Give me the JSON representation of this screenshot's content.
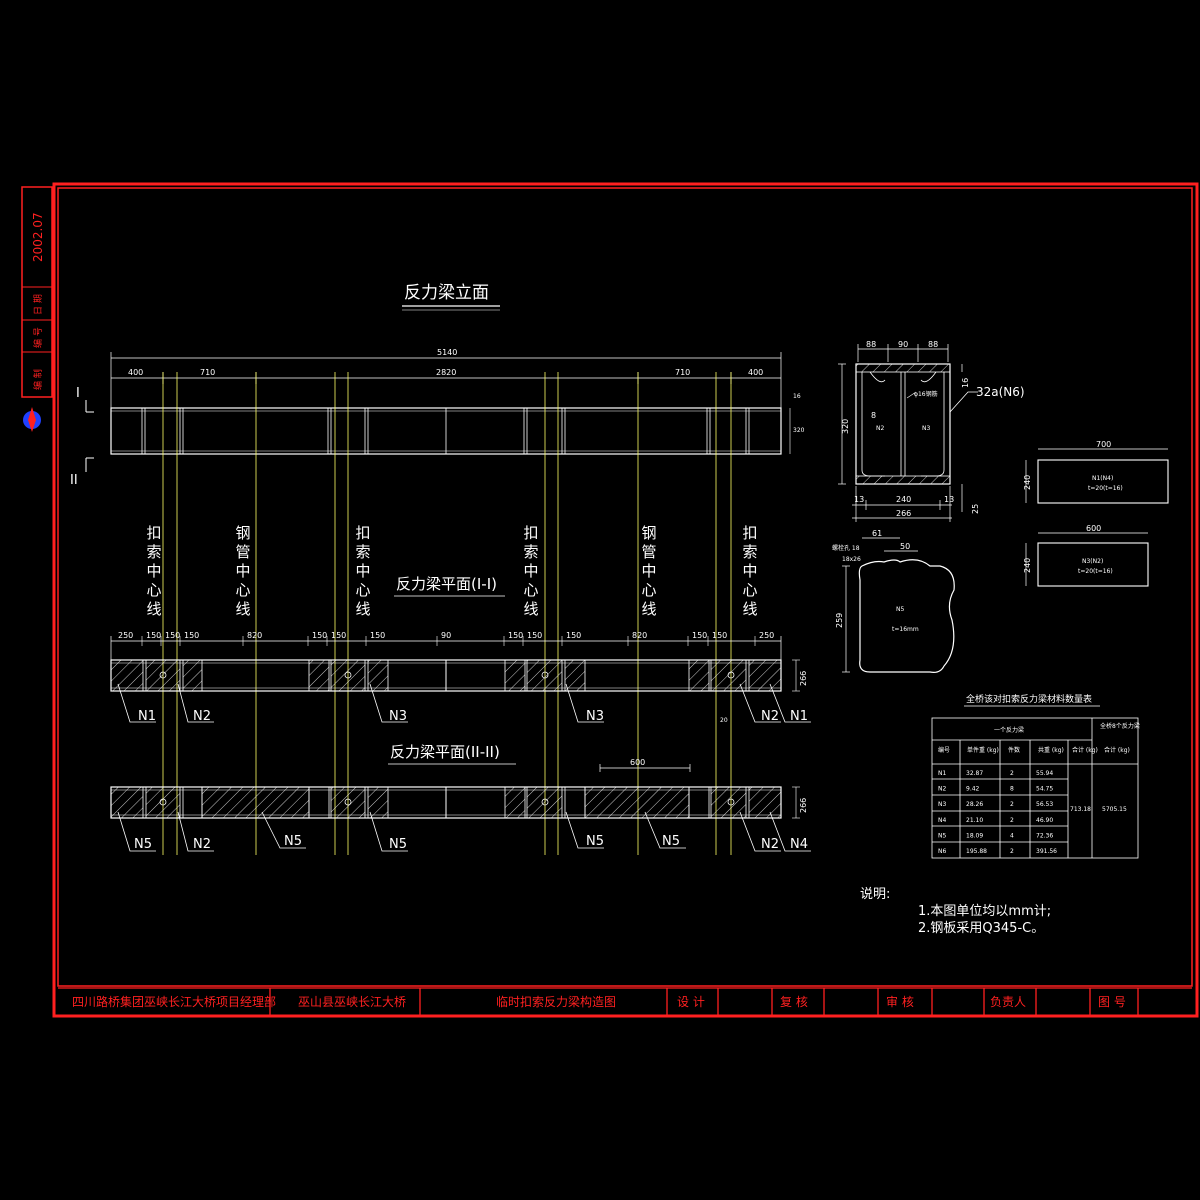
{
  "titles": {
    "elevation": "反力梁立面",
    "plan1": "反力梁平面(I-I)",
    "plan2": "反力梁平面(II-II)",
    "section_marks": [
      "I",
      "II"
    ]
  },
  "elevation": {
    "total": "5140",
    "spans": [
      "400",
      "710",
      "2820",
      "710",
      "400"
    ]
  },
  "centerlines": {
    "kou": "扣索中心线",
    "gang": "钢管中心线"
  },
  "plan1": {
    "dims": [
      "250",
      "150",
      "150",
      "150",
      "820",
      "150",
      "150",
      "150",
      "90",
      "150",
      "150",
      "150",
      "820",
      "150",
      "150",
      "250"
    ],
    "width": "266",
    "labels": [
      "N1",
      "N2",
      "N3",
      "N3",
      "N2",
      "N1"
    ],
    "side_dim": "20"
  },
  "plan2": {
    "top_dim": "600",
    "width": "266",
    "labels": [
      "N5",
      "N2",
      "N5",
      "N5",
      "N5",
      "N5",
      "N2",
      "N4"
    ]
  },
  "cross_section": {
    "top": [
      "88",
      "90",
      "88"
    ],
    "height": "320",
    "web": "8",
    "flange": "16",
    "bottom": [
      "13",
      "240",
      "13"
    ],
    "overall": "266",
    "gap": "25",
    "channel": "32a(N6)",
    "n_left": "N2",
    "n_right": "N3",
    "bar_note": "φ16钢筋"
  },
  "n5_detail": {
    "dims": [
      "61",
      "50"
    ],
    "height": "259",
    "name": "N5",
    "thk": "t=16mm",
    "notes": [
      "螺栓孔 18",
      "18x26"
    ]
  },
  "plates": [
    {
      "width": "700",
      "height": "240",
      "line1": "N1(N4)",
      "line2": "t=20(t=16)"
    },
    {
      "width": "600",
      "height": "240",
      "line1": "N3(N2)",
      "line2": "t=20(t=16)"
    }
  ],
  "table": {
    "caption": "全桥该对扣索反力梁材料数量表",
    "group1": "一个反力梁",
    "group2": "全桥8个反力梁",
    "headers": [
      "编号",
      "单件重 (kg)",
      "件数",
      "共重 (kg)",
      "合计 (kg)",
      "合计 (kg)"
    ],
    "rows": [
      [
        "N1",
        "32.87",
        "2",
        "55.94"
      ],
      [
        "N2",
        "9.42",
        "8",
        "54.75"
      ],
      [
        "N3",
        "28.26",
        "2",
        "56.53"
      ],
      [
        "N4",
        "21.10",
        "2",
        "46.90"
      ],
      [
        "N5",
        "18.09",
        "4",
        "72.36"
      ],
      [
        "N6",
        "195.88",
        "2",
        "391.56"
      ]
    ],
    "sum1": "713.18",
    "sum2": "5705.15"
  },
  "notes": {
    "title": "说明:",
    "items": [
      "1.本图单位均以mm计;",
      "2.钢板采用Q345-C。"
    ]
  },
  "side_strip": {
    "date": "2002.07",
    "cells": [
      "日 期",
      "编 号",
      "编 制"
    ]
  },
  "title_block": {
    "org": "四川路桥集团巫峡长江大桥项目经理部",
    "project": "巫山县巫峡长江大桥",
    "drawing": "临时扣索反力梁构造图",
    "design": "设 计",
    "check": "复 核",
    "review": "审 核",
    "lead": "负责人",
    "no": "图 号"
  },
  "colors": {
    "frame": "#ff2020",
    "line": "#ffffff",
    "guide": "#ffff66"
  }
}
